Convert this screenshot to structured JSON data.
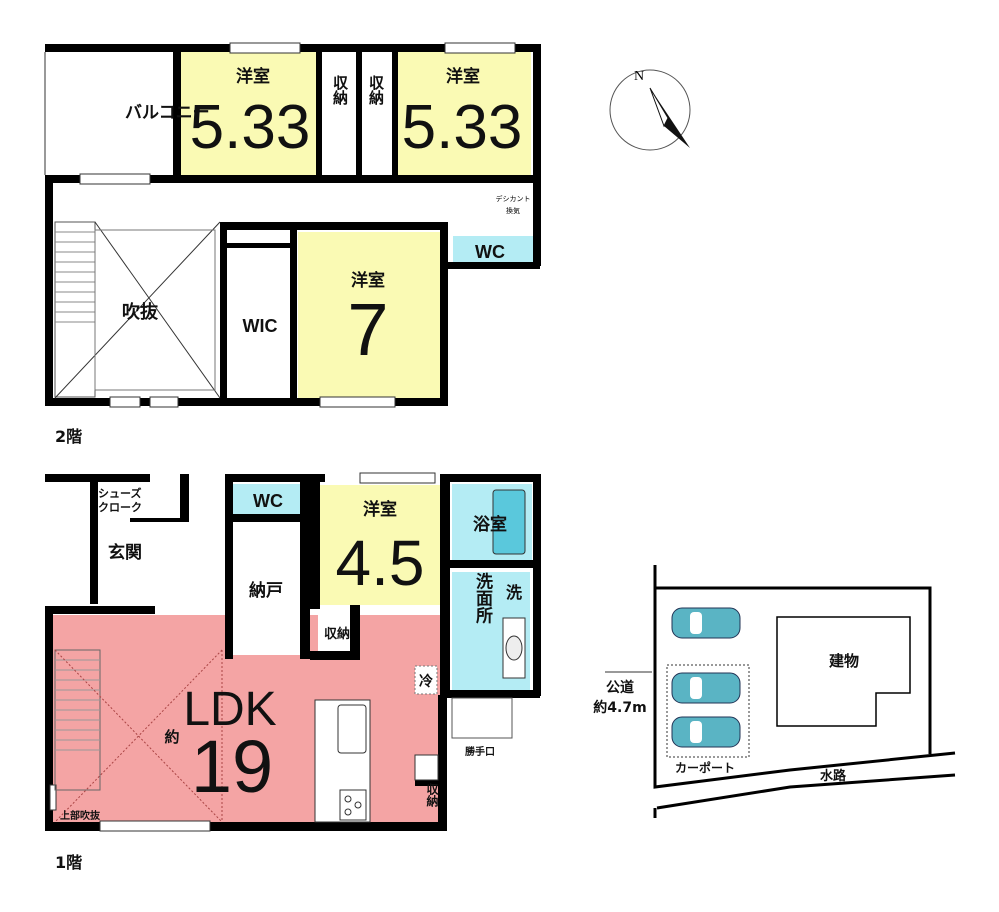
{
  "floor2": {
    "label": "2階",
    "balcony": "バルコニー",
    "room_west": {
      "name": "洋室",
      "size": "5.33"
    },
    "storage_a": "収納",
    "storage_b": "収納",
    "room_east": {
      "name": "洋室",
      "size": "5.33"
    },
    "desiccant_1": "デシカント",
    "desiccant_2": "換気",
    "wc": "WC",
    "atrium": "吹抜",
    "wic": "WIC",
    "room_south": {
      "name": "洋室",
      "size": "7"
    }
  },
  "floor1": {
    "label": "1階",
    "shoe_closet_1": "シューズ",
    "shoe_closet_2": "クローク",
    "entrance": "玄関",
    "wc": "WC",
    "closet": "納戸",
    "room": {
      "name": "洋室",
      "size": "4.5"
    },
    "storage": "収納",
    "bath": "浴室",
    "washer": "洗",
    "washroom": "洗面所",
    "fridge": "冷",
    "ldk": {
      "name": "LDK",
      "approx": "約",
      "size": "19"
    },
    "atrium_above": "上部吹抜",
    "back_door": "勝手口",
    "kitchen_storage": "収納"
  },
  "site": {
    "building": "建物",
    "road_1": "公道",
    "road_2": "約4.7m",
    "carport": "カーポート",
    "waterway": "水路"
  },
  "compass": {
    "label": "N"
  },
  "colors": {
    "western_room": "#fafab4",
    "water_room": "#b4ecf4",
    "ldk": "#f4a4a4",
    "car": "#5ab4c4"
  }
}
